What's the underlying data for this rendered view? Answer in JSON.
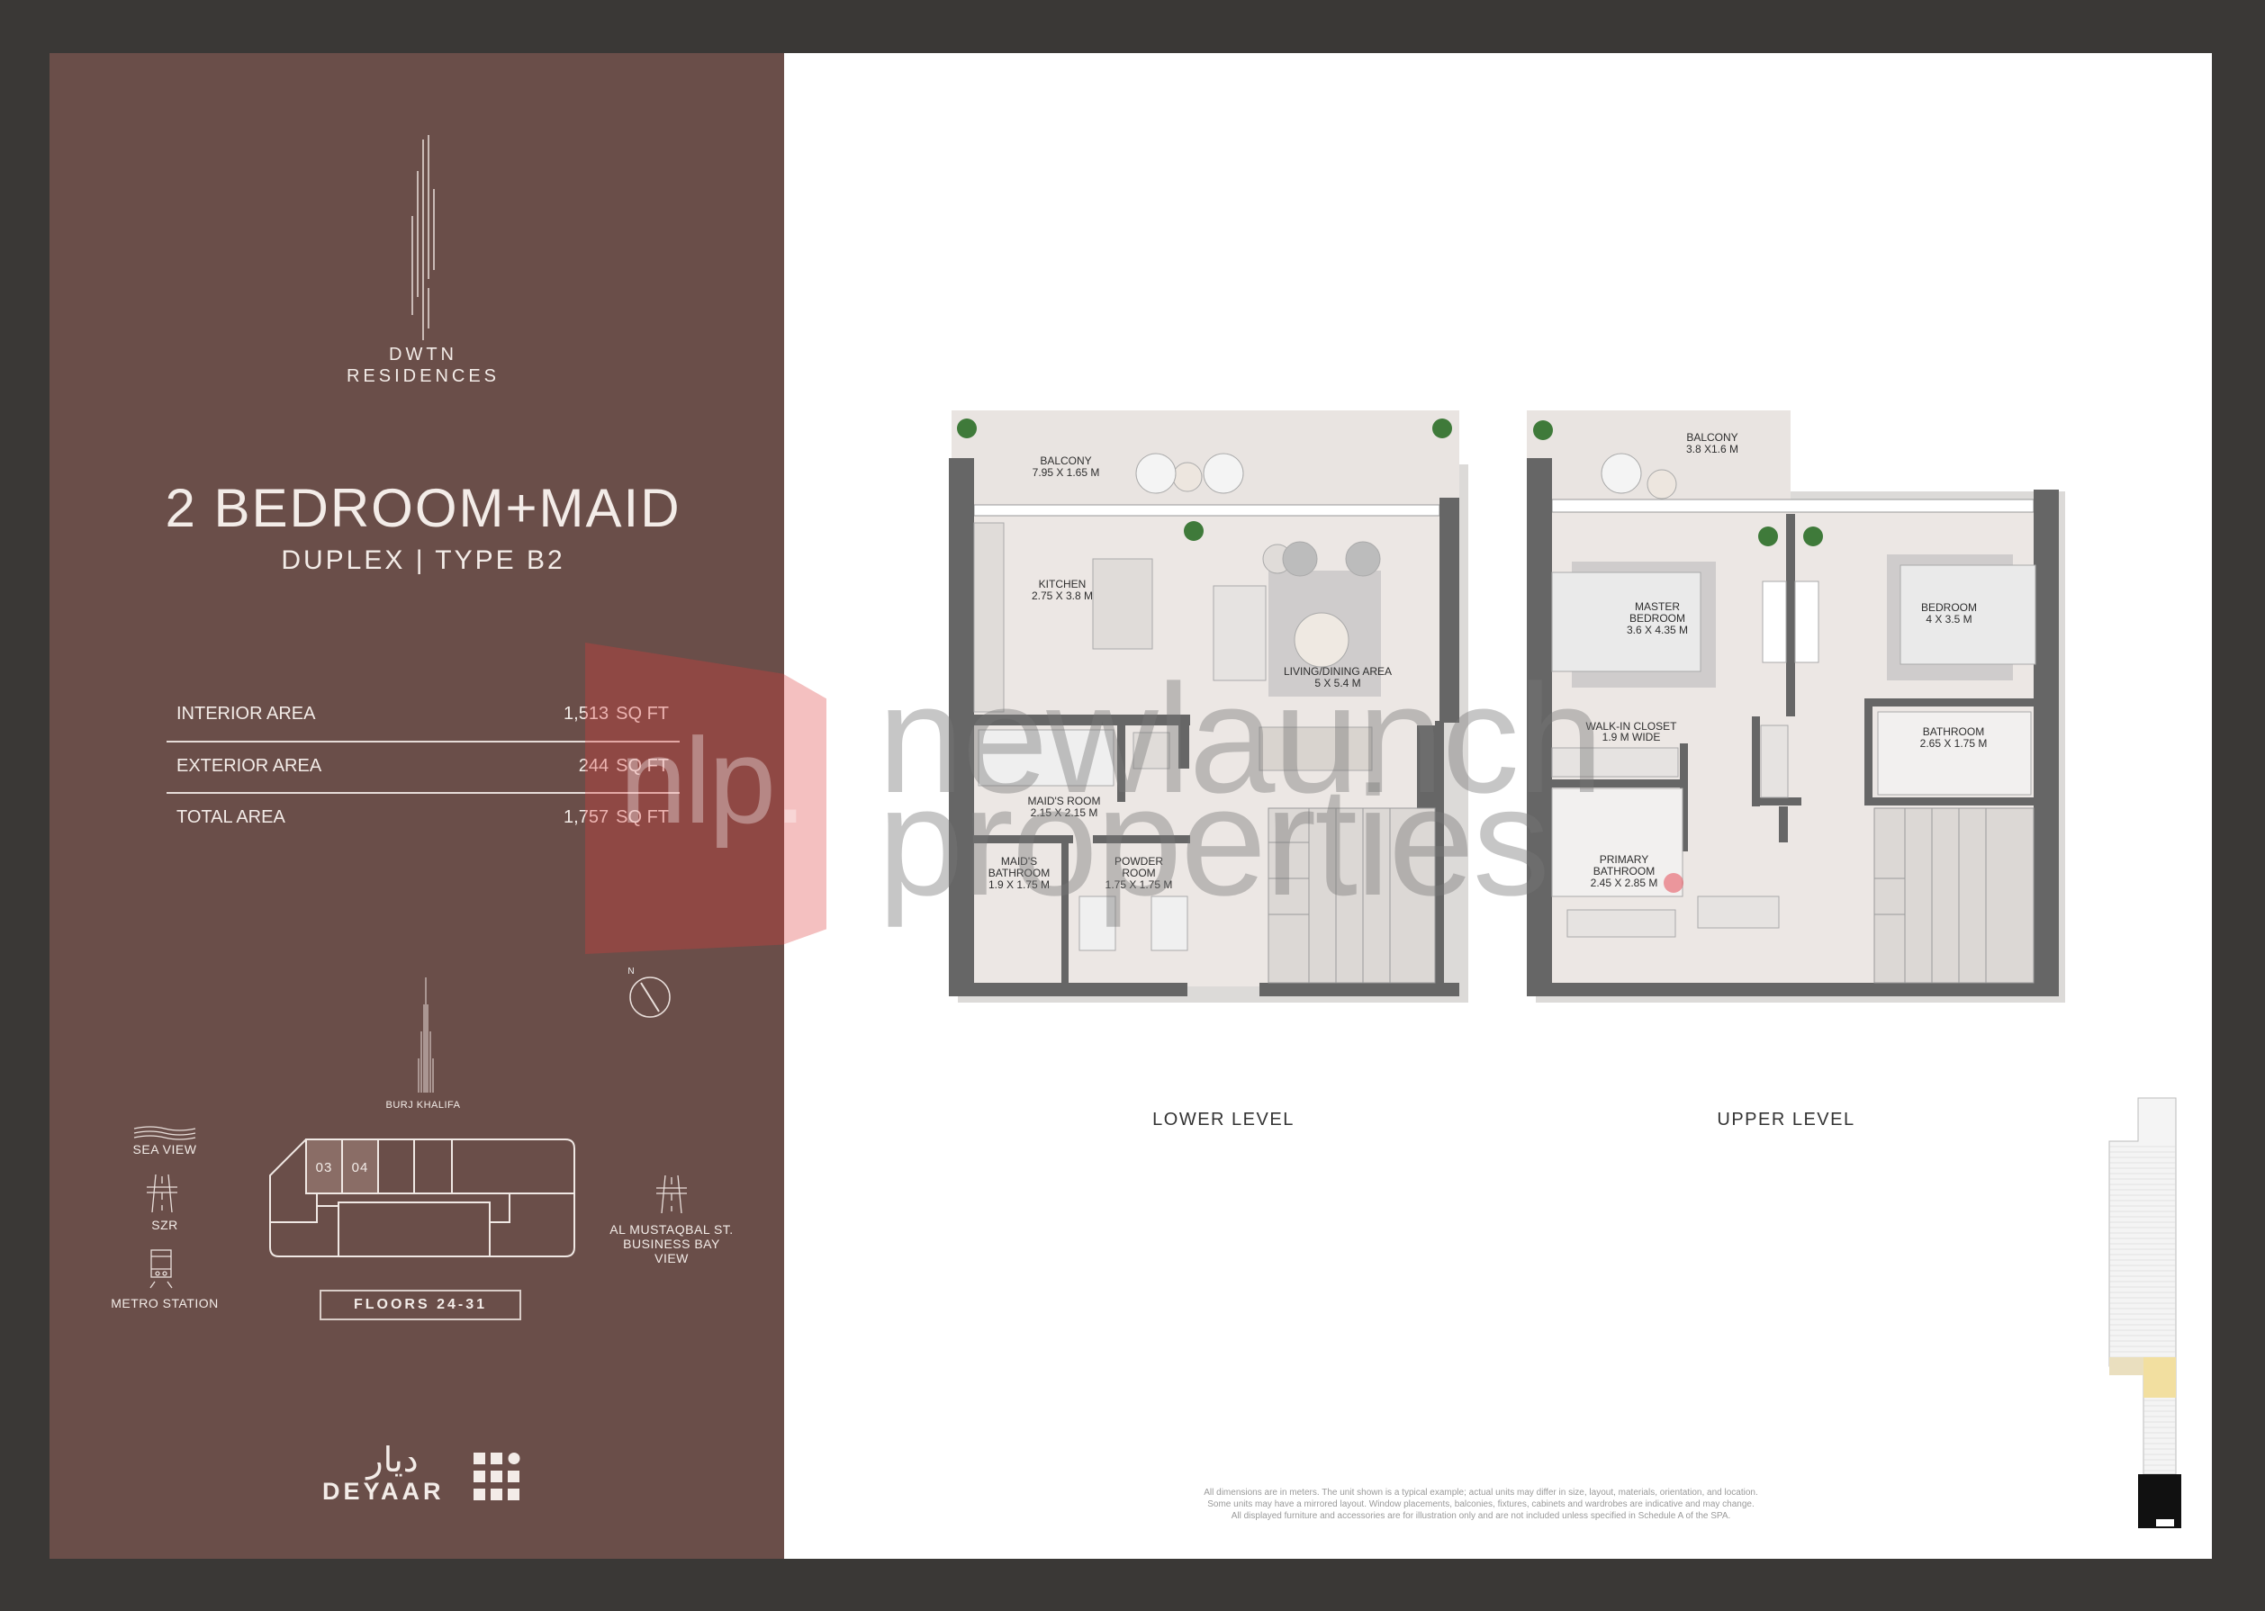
{
  "brand": {
    "line1": "DWTN",
    "line2": "RESIDENCES"
  },
  "unit": {
    "title": "2 BEDROOM+MAID",
    "subtitle": "DUPLEX | TYPE B2"
  },
  "areas": [
    {
      "label": "INTERIOR AREA",
      "value": "1,513",
      "unit": "SQ FT"
    },
    {
      "label": "EXTERIOR AREA",
      "value": "244",
      "unit": "SQ FT"
    },
    {
      "label": "TOTAL AREA",
      "value": "1,757",
      "unit": "SQ FT"
    }
  ],
  "compass": {
    "label": "N"
  },
  "location": {
    "landmark": "BURJ KHALIFA",
    "sea_view": "SEA VIEW",
    "szr": "SZR",
    "metro": "METRO STATION",
    "right_view": [
      "AL MUSTAQBAL ST.",
      "BUSINESS BAY",
      "VIEW"
    ],
    "highlighted_units": [
      "03",
      "04"
    ],
    "floors": "FLOORS 24-31"
  },
  "developer": {
    "name": "DEYAAR",
    "arabic": "ديار"
  },
  "plans": {
    "lower": {
      "label": "LOWER LEVEL",
      "rooms": [
        {
          "lines": [
            "BALCONY",
            "7.95 X 1.65 M"
          ]
        },
        {
          "lines": [
            "KITCHEN",
            "2.75 X 3.8 M"
          ]
        },
        {
          "lines": [
            "LIVING/DINING AREA",
            "5 X 5.4 M"
          ]
        },
        {
          "lines": [
            "MAID'S ROOM",
            "2.15 X 2.15 M"
          ]
        },
        {
          "lines": [
            "MAID'S",
            "BATHROOM",
            "1.9 X 1.75 M"
          ]
        },
        {
          "lines": [
            "POWDER",
            "ROOM",
            "1.75 X 1.75 M"
          ]
        }
      ]
    },
    "upper": {
      "label": "UPPER LEVEL",
      "rooms": [
        {
          "lines": [
            "BALCONY",
            "3.8 X1.6 M"
          ]
        },
        {
          "lines": [
            "MASTER",
            "BEDROOM",
            "3.6 X 4.35 M"
          ]
        },
        {
          "lines": [
            "BEDROOM",
            "4 X 3.5 M"
          ]
        },
        {
          "lines": [
            "WALK-IN CLOSET",
            "1.9 M WIDE"
          ]
        },
        {
          "lines": [
            "BATHROOM",
            "2.65 X 1.75 M"
          ]
        },
        {
          "lines": [
            "PRIMARY",
            "BATHROOM",
            "2.45 X 2.85 M"
          ]
        }
      ]
    }
  },
  "disclaimer": [
    "All dimensions are in meters. The unit shown is a typical example; actual units may differ in size, layout, materials, orientation, and location.",
    "Some units may have a mirrored layout. Window placements, balconies, fixtures, cabinets and wardrobes are indicative and may change.",
    "All displayed furniture and accessories are for illustration only and are not included unless specified in Schedule A of the SPA."
  ],
  "watermark": {
    "short": "nlp.",
    "line1": "newlaunch",
    "line2": "properties"
  },
  "colors": {
    "panel": "#6a4e49",
    "frame": "#3a3836",
    "wall": "#666666",
    "floor": "#ece7e4",
    "watermark_red": "#dc3c3c"
  }
}
